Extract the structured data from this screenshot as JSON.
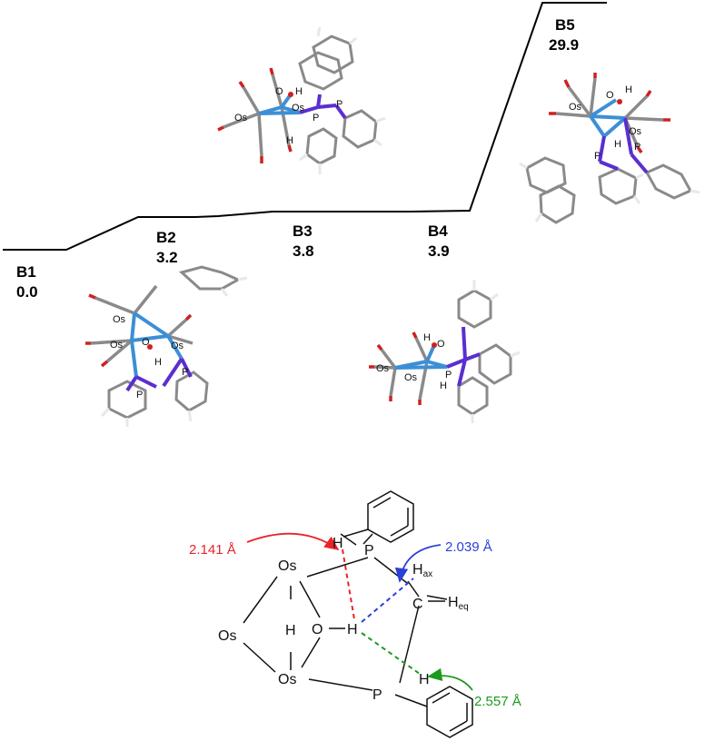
{
  "levels": [
    {
      "id": "B1",
      "energy": "0.0"
    },
    {
      "id": "B2",
      "energy": "3.2"
    },
    {
      "id": "B3",
      "energy": "3.8"
    },
    {
      "id": "B4",
      "energy": "3.9"
    },
    {
      "id": "B5",
      "energy": "29.9"
    }
  ],
  "molecule_labels": {
    "os": "Os",
    "p": "P",
    "o": "O",
    "h": "H"
  },
  "scheme": {
    "os": "Os",
    "p": "P",
    "o": "O",
    "h": "H",
    "c": "C",
    "h_base": "H",
    "ax_sub": "ax",
    "eq_sub": "eq"
  },
  "distances": [
    {
      "value": "2.141 Å",
      "color": "#e8242b"
    },
    {
      "value": "2.039 Å",
      "color": "#2b3fd9"
    },
    {
      "value": "2.557 Å",
      "color": "#1d9a1d"
    }
  ],
  "colors": {
    "os": "#3c8fd6",
    "p": "#5a2fd0",
    "o": "#d02020",
    "bond": "#8a8a8a",
    "h": "#d8d8d8"
  }
}
